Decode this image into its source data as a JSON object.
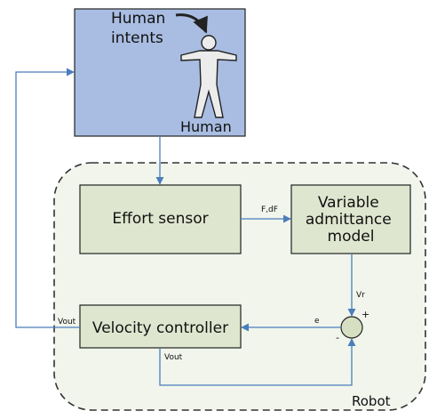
{
  "human": {
    "intents_line1": "Human",
    "intents_line2": "intents",
    "label": "Human"
  },
  "robot": {
    "label": "Robot"
  },
  "blocks": {
    "effort_sensor": "Effort sensor",
    "admittance_line1": "Variable",
    "admittance_line2": "admittance",
    "admittance_line3": "model",
    "velocity_controller": "Velocity controller"
  },
  "signals": {
    "force": "F,dF",
    "vr": "Vr",
    "error": "e",
    "vout_left": "Vout",
    "vout_bottom": "Vout",
    "plus": "+",
    "minus": "-"
  },
  "colors": {
    "human_fill": "#a9bde2",
    "block_fill": "#dfe6cf",
    "robot_fill": "#f1f5ec",
    "sum_fill": "#d6dfc2",
    "arrow": "#4a7ebb"
  }
}
